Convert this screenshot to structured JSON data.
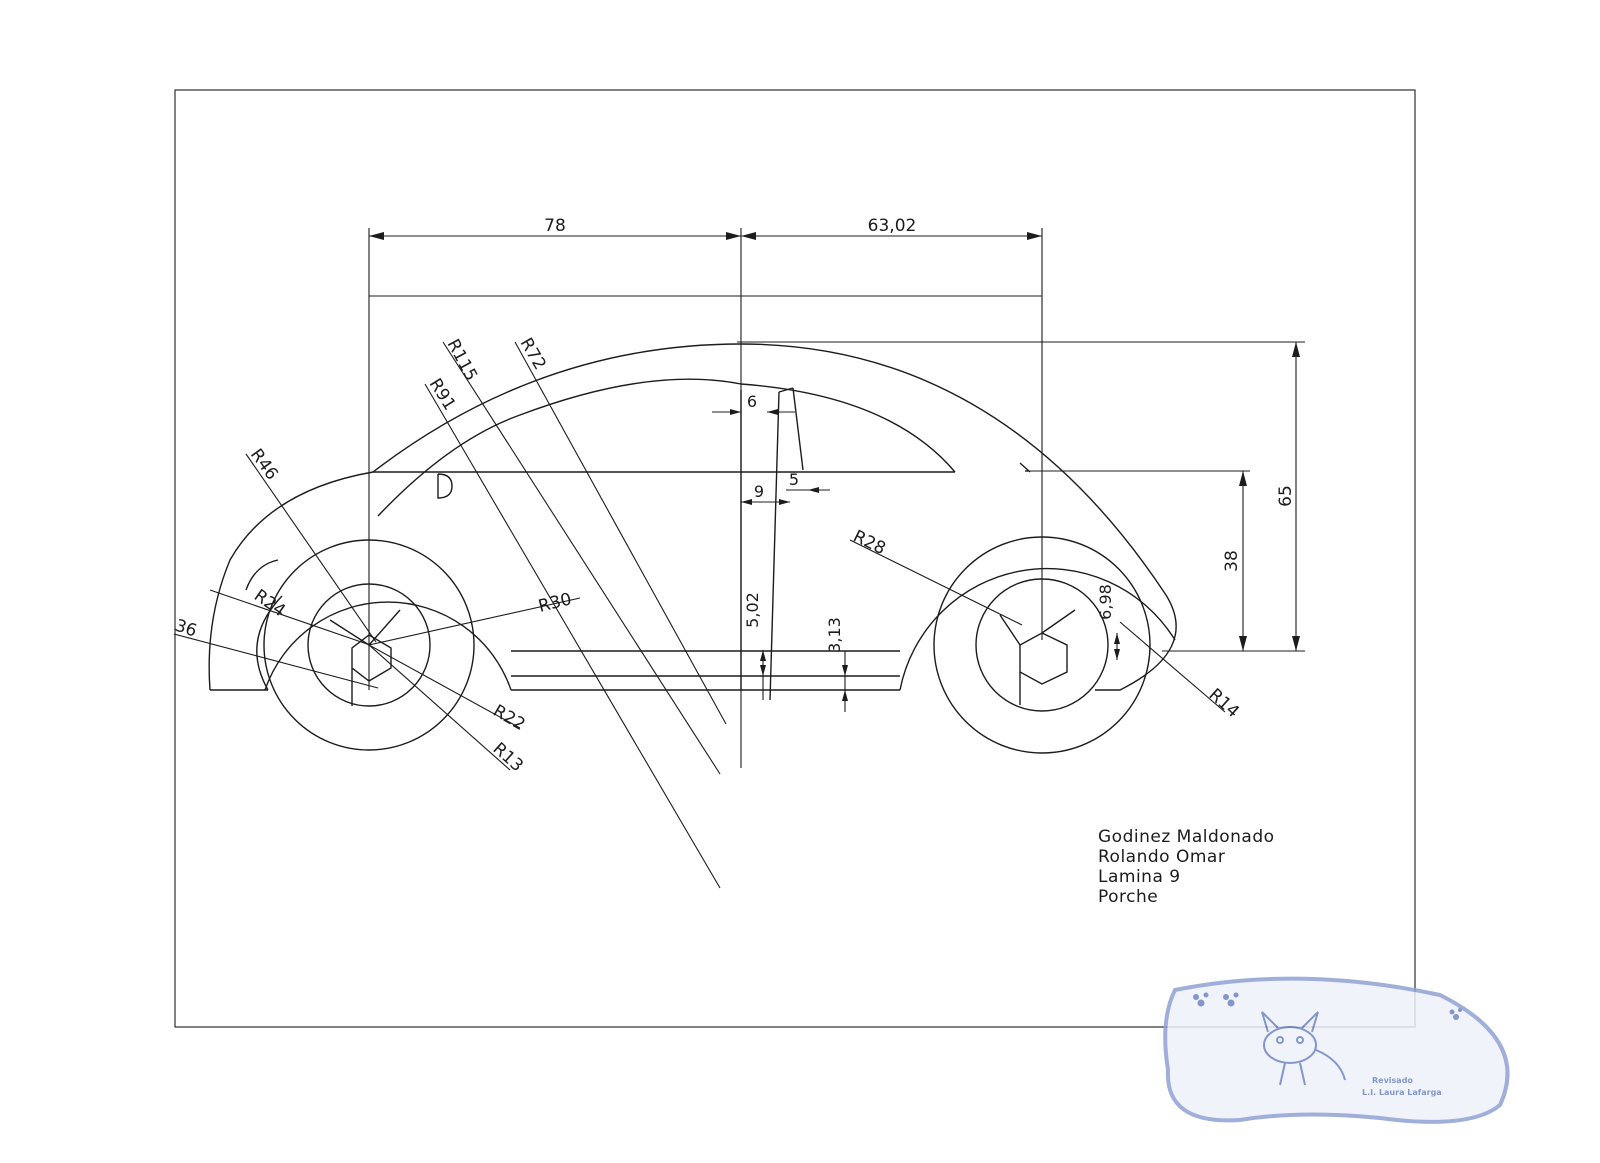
{
  "dimensions": {
    "top_left": "78",
    "top_right": "63,02",
    "height_total": "65",
    "height_body": "38",
    "window_offset": "6",
    "pillar_gap": "9",
    "pillar_width": "5",
    "pillar_height": "5,02",
    "sill_height": "3,13",
    "rear_wheel_height": "6,98"
  },
  "radii": {
    "r115": "R115",
    "r72": "R72",
    "r91": "R91",
    "r46": "R46",
    "r24": "R24",
    "r36": "36",
    "r30": "R30",
    "r22": "R22",
    "r13": "R13",
    "r28": "R28",
    "r14": "R14"
  },
  "title_block": {
    "line1": "Godinez Maldonado",
    "line2": "Rolando Omar",
    "line3": "Lamina 9",
    "line4": "Porche"
  },
  "stamp": {
    "line1": "Revisado",
    "line2": "L.I. Laura Lafarga",
    "color": "#6f86c4"
  }
}
